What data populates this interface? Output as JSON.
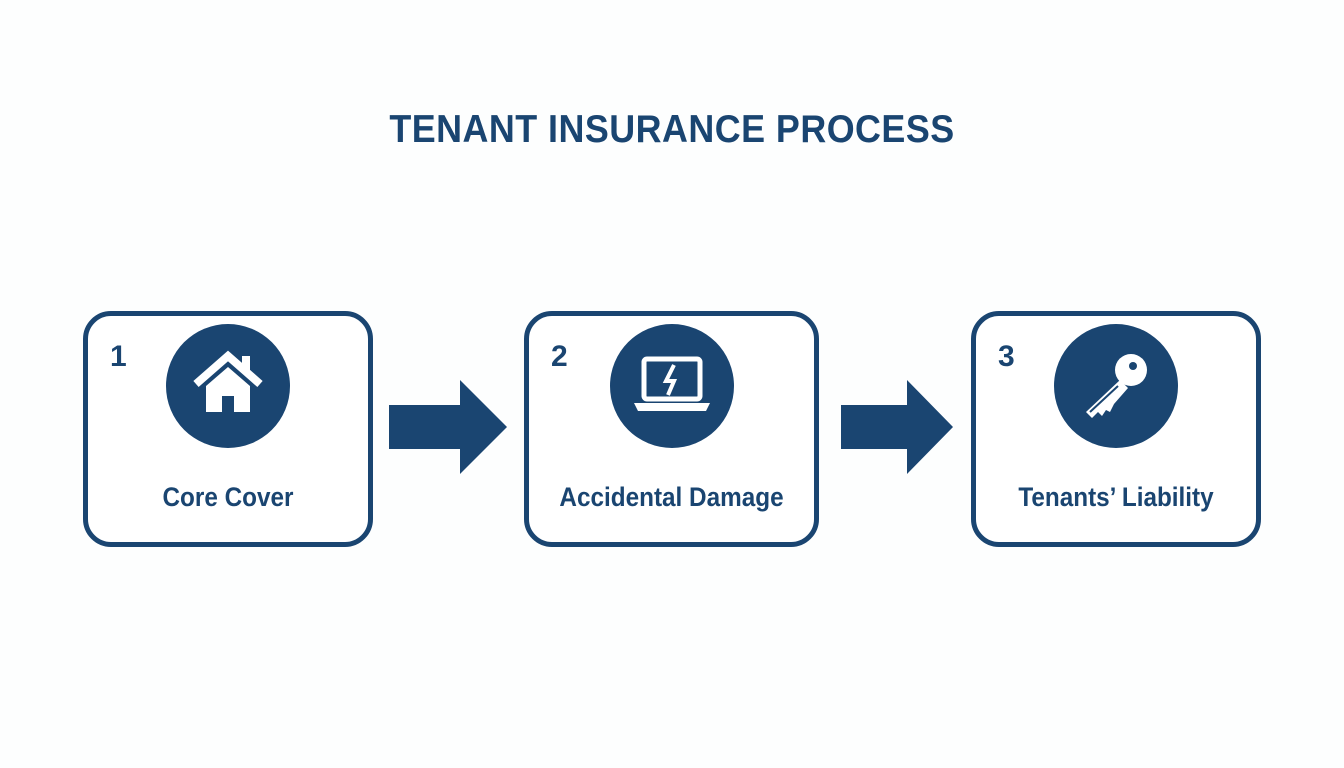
{
  "title": "TENANT INSURANCE PROCESS",
  "steps": [
    {
      "number": "1",
      "label": "Core Cover",
      "icon": "house-icon"
    },
    {
      "number": "2",
      "label": "Accidental Damage",
      "icon": "broken-laptop-icon"
    },
    {
      "number": "3",
      "label": "Tenants’ Liability",
      "icon": "key-icon"
    }
  ],
  "colors": {
    "primary": "#1a4571",
    "background": "#fdfefe"
  }
}
